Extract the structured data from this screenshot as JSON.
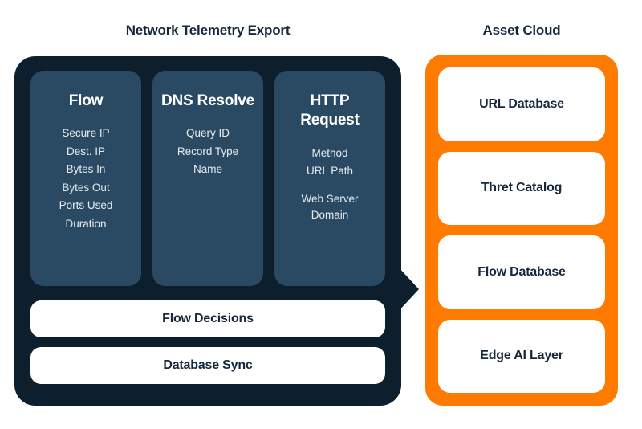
{
  "diagram": {
    "left_section": {
      "title": "Network Telemetry Export",
      "panel_color": "#0d1f2d",
      "card_color": "#2a4a63",
      "columns": [
        {
          "heading": "Flow",
          "items": [
            "Secure IP",
            "Dest. IP",
            "Bytes In",
            "Bytes Out",
            "Ports Used",
            "Duration"
          ]
        },
        {
          "heading": "DNS Resolve",
          "items": [
            "Query ID",
            "Record Type",
            "Name"
          ]
        },
        {
          "heading": "HTTP Request",
          "items": [
            "Method",
            "URL Path",
            "Web Server\nDomain"
          ]
        }
      ],
      "bars": [
        {
          "label": "Flow Decisions"
        },
        {
          "label": "Database Sync"
        }
      ]
    },
    "right_section": {
      "title": "Asset Cloud",
      "panel_color": "#ff7a00",
      "cards": [
        {
          "label": "URL Database"
        },
        {
          "label": "Thret Catalog"
        },
        {
          "label": "Flow Database"
        },
        {
          "label": "Edge AI Layer"
        }
      ]
    },
    "connector": {
      "name": "arrow-right-icon",
      "color": "#0d1f2d"
    },
    "text_color_dark": "#16283c",
    "text_color_light": "#e7edf2"
  }
}
